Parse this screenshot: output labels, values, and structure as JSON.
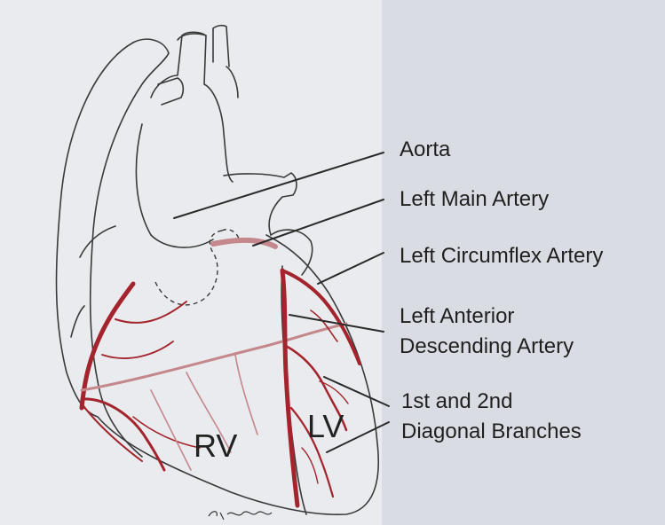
{
  "labels": {
    "aorta": "Aorta",
    "left_main_artery": "Left Main Artery",
    "left_circumflex_artery": "Left Circumflex Artery",
    "lad_line1": "Left Anterior",
    "lad_line2": "Descending Artery",
    "diagonal_line1": "1st and 2nd",
    "diagonal_line2": "Diagonal Branches"
  },
  "chambers": {
    "rv": "RV",
    "lv": "LV"
  },
  "signature": "RJones",
  "colors": {
    "background": "#d9dde3",
    "panel": "#e9ebee",
    "outline": "#3a3a3a",
    "artery": "#a3242c",
    "artery_light": "#c4878c",
    "leader_line": "#2a2a2a"
  }
}
